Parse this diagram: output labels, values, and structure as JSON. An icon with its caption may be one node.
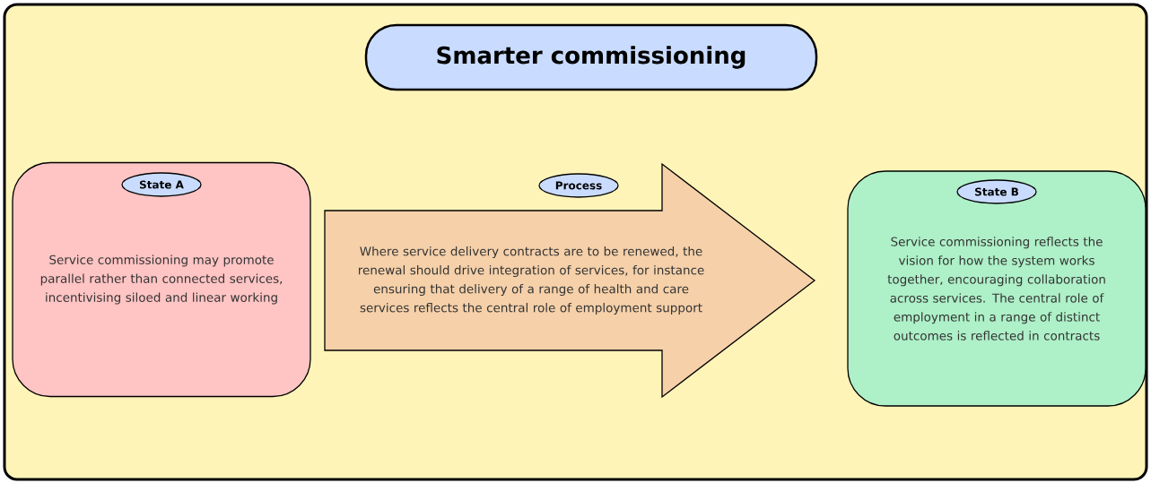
{
  "diagram": {
    "nodes": [
      {
        "text": [],
        "shape": "box"
      },
      {
        "text": [
          "Smarter commissioning"
        ],
        "in": 0
      },
      {
        "text": [
          "Service commissioning may promote parallel rather than connected services, incentivising siloed and linear working"
        ],
        "in": 0
      },
      {
        "text": [
          "State A"
        ],
        "in": 2
      },
      {
        "text": [
          "Process"
        ],
        "in": 0
      },
      {
        "text": [
          "Where service delivery contracts are to be renewed, the renewal should drive integration of services, for instance ensuring that delivery of a range of health and care services reflects the central role of employment support"
        ],
        "in": 0
      },
      {
        "text": [
          "Service commissioning reflects the vision for how the system works together, encouraging collaboration across services. The central role of employment in a range of distinct outcomes is reflected in contracts"
        ],
        "in": 0
      },
      {
        "text": [
          "State B"
        ],
        "in": 6
      }
    ]
  }
}
